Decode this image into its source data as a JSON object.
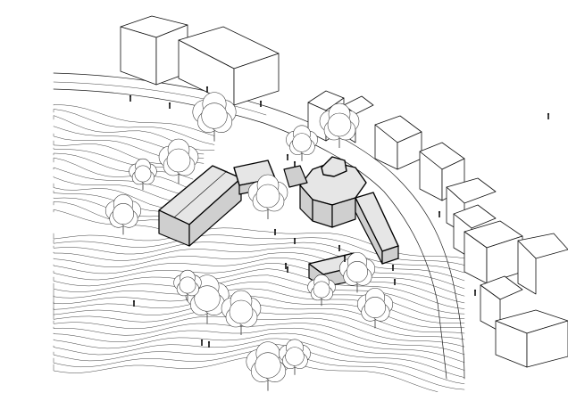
{
  "drawing": {
    "type": "axonometric site plan",
    "style": "black line drawing on white",
    "colors": {
      "background": "#ffffff",
      "line": "#1a1a1a",
      "highlighted_building_fill": "#e6e6e6"
    },
    "elements": {
      "contour_lines": "terrain-contours",
      "road": "curved-street",
      "highlighted_buildings": [
        "long-barn",
        "octagonal-pavilion",
        "gallery-wing",
        "low-annex",
        "connector-roof"
      ],
      "context_buildings": [
        "background-tower",
        "street-houses"
      ],
      "trees": "deciduous-trees",
      "people": "human-figures"
    }
  }
}
